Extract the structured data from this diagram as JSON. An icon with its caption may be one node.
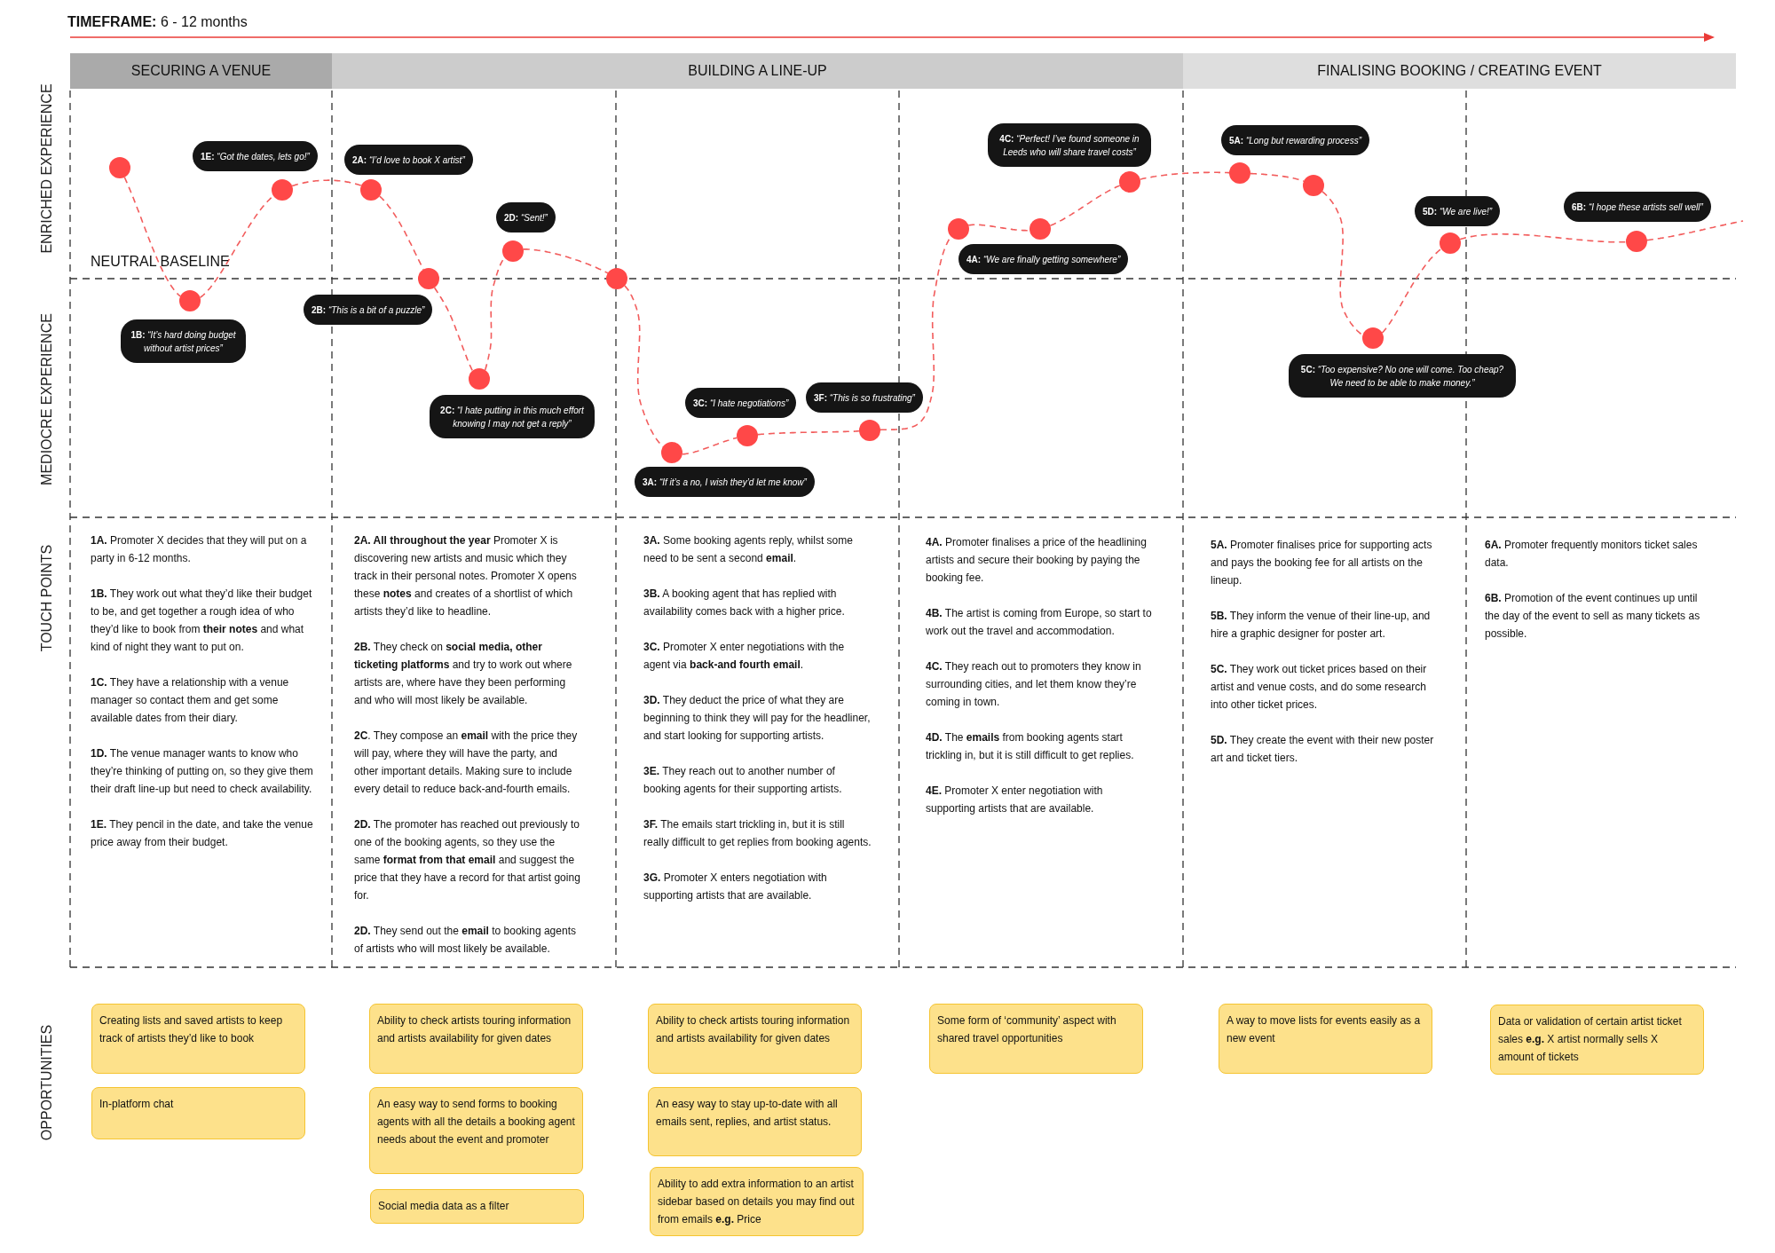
{
  "diagram": {
    "title": "**TIMEFRAME:** 6 - 12 months",
    "nodes": [
      {
        "text": [
          "SECURING A VENUE"
        ]
      },
      {
        "text": [
          "BUILDING A LINE-UP"
        ]
      },
      {
        "text": [
          "FINALISING BOOKING / CREATING EVENT"
        ]
      },
      {
        "text": [],
        "shape": "circle"
      },
      {
        "text": [],
        "shape": "circle"
      },
      {
        "text": [],
        "shape": "circle"
      },
      {
        "text": [],
        "shape": "circle"
      },
      {
        "text": [],
        "shape": "circle"
      },
      {
        "text": [],
        "shape": "circle"
      },
      {
        "text": [],
        "shape": "circle"
      },
      {
        "text": [],
        "shape": "circle"
      },
      {
        "text": [],
        "shape": "circle"
      },
      {
        "text": [],
        "shape": "circle"
      },
      {
        "text": [],
        "shape": "circle"
      },
      {
        "text": [],
        "shape": "circle"
      },
      {
        "text": [],
        "shape": "circle"
      },
      {
        "text": [],
        "shape": "circle"
      },
      {
        "text": [],
        "shape": "circle"
      },
      {
        "text": [],
        "shape": "circle"
      },
      {
        "text": [],
        "shape": "circle"
      },
      {
        "text": [],
        "shape": "circle"
      },
      {
        "text": [],
        "shape": "circle"
      },
      {
        "text": [
          "**1B:** *“It’s hard doing budget without artist prices”*"
        ]
      },
      {
        "text": [
          "**1E:** *“Got the dates, lets go!”*"
        ]
      },
      {
        "text": [
          "**2A:** *“I’d love to book X artist”*"
        ]
      },
      {
        "text": [
          "**2B:** *“This is a bit of a puzzle”*"
        ]
      },
      {
        "text": [
          "**2C:** *“I hate putting in this much effort knowing I may not get a reply”*"
        ]
      },
      {
        "text": [
          "**2D:** *“Sent!”*"
        ]
      },
      {
        "text": [
          "**3A:** *“If it’s a no, I wish they’d let me know”*"
        ]
      },
      {
        "text": [
          "**3C:** *“I hate negotiations”*"
        ]
      },
      {
        "text": [
          "**3F:** *“This is so frustrating”*"
        ]
      },
      {
        "text": [
          "**4A:** *“We are finally getting somewhere”*"
        ]
      },
      {
        "text": [
          "**4C:** *“Perfect! I’ve found someone in Leeds who will share travel costs”*"
        ]
      },
      {
        "text": [
          "**5A:** *“Long but rewarding process”*"
        ]
      },
      {
        "text": [
          "**5C:** *“Too expensive? No one will come. Too cheap? We need to be able to make money.”*"
        ]
      },
      {
        "text": [
          "**5D:** *“We are live!”*"
        ]
      },
      {
        "text": [
          "**6B:** *“I hope these artists sell well”*"
        ]
      },
      {
        "text": [
          "Creating lists and saved artists to keep track of artists they’d like to book"
        ]
      },
      {
        "text": [
          "In-platform chat"
        ]
      },
      {
        "text": [
          "Ability to check artists touring information and artists availability for given dates"
        ]
      },
      {
        "text": [
          "An easy way to send forms to booking agents with all the details a booking agent needs about the event and promoter"
        ]
      },
      {
        "text": [
          "Social media data as a filter"
        ]
      },
      {
        "text": [
          "Ability to check artists touring information and artists availability for given dates"
        ]
      },
      {
        "text": [
          "An easy way to stay up-to-date with all emails sent, replies, and artist status."
        ]
      },
      {
        "text": [
          "Ability to add extra information to an artist sidebar based on details you may find out from emails **e.g.** Price"
        ]
      },
      {
        "text": [
          "Some form of ‘community’ aspect with shared travel opportunities"
        ]
      },
      {
        "text": [
          "A way to move lists for events easily as a new event"
        ]
      },
      {
        "text": [
          "Data or validation of certain artist ticket sales **e.g.** X artist normally sells X amount of tickets"
        ]
      }
    ],
    "edges": [
      {
        "from": 3,
        "to": 4,
        "arrow": "none",
        "style": "dashed"
      },
      {
        "from": 4,
        "to": 5,
        "arrow": "none",
        "style": "dashed"
      },
      {
        "from": 5,
        "to": 6,
        "arrow": "none",
        "style": "dashed"
      },
      {
        "from": 6,
        "to": 7,
        "arrow": "none",
        "style": "dashed"
      },
      {
        "from": 7,
        "to": 8,
        "arrow": "none",
        "style": "dashed"
      },
      {
        "from": 8,
        "to": 9,
        "arrow": "none",
        "style": "dashed"
      },
      {
        "from": 9,
        "to": 10,
        "arrow": "none",
        "style": "dashed"
      },
      {
        "from": 10,
        "to": 11,
        "arrow": "none",
        "style": "dashed"
      },
      {
        "from": 11,
        "to": 12,
        "arrow": "none",
        "style": "dashed"
      },
      {
        "from": 12,
        "to": 13,
        "arrow": "none",
        "style": "dashed"
      },
      {
        "from": 13,
        "to": 14,
        "arrow": "none",
        "style": "dashed"
      },
      {
        "from": 14,
        "to": 15,
        "arrow": "none",
        "style": "dashed"
      },
      {
        "from": 15,
        "to": 16,
        "arrow": "none",
        "style": "dashed"
      },
      {
        "from": 16,
        "to": 17,
        "arrow": "none",
        "style": "dashed"
      },
      {
        "from": 17,
        "to": 18,
        "arrow": "none",
        "style": "dashed"
      },
      {
        "from": 18,
        "to": 19,
        "arrow": "none",
        "style": "dashed"
      },
      {
        "from": 19,
        "to": 20,
        "arrow": "none",
        "style": "dashed"
      },
      {
        "from": 20,
        "to": 21,
        "arrow": "none",
        "style": "dashed"
      },
      {
        "from": 21,
        "to": null,
        "arrow": "none",
        "style": "dashed"
      }
    ],
    "labels": [
      "ENRICHED EXPERIENCE",
      "NEUTRAL BASELINE",
      "MEDIOCRE EXPERIENCE",
      "TOUCH POINTS",
      "**1A.** Promoter X decides that they will put on a party in 6-12 months.",
      "**1B.** They work out what they’d like their budget to be, and get together a rough idea of who they’d like to book from **their notes** and what kind of night they want to put on.",
      "**1C.** They have a relationship with a venue manager so contact them and get some available dates from their diary.",
      "**1D.** The venue manager wants to know who they’re thinking of putting on, so they give them their draft line-up but need to check availability.",
      "**1E.** They pencil in the date, and take the venue price away from their budget.",
      "**2A. All throughout the year** Promoter X is discovering new artists and music which they track in their personal notes. Promoter X opens these **notes** and creates of a shortlist of which artists they’d like to headline.",
      "**2B.** They check on **social media, other ticketing platforms** and try to work out where artists are, where have they been performing and who will most likely be available.",
      "**2C**. They compose an **email** with the price they will pay, where they will have the party, and other important details. Making sure to include every detail to reduce back-and-fourth emails.",
      "**2D.** The promoter has reached out previously to one of the booking agents, so they use the same **format from that email** and suggest the price that they have a record for that artist going for.",
      "**2D.** They send out the **email** to booking agents of artists who will most likely be available.",
      "**3A.** Some booking agents reply, whilst some need to be sent a second **email**.",
      "**3B.** A booking agent that has replied with availability comes back with a higher price.",
      "**3C.** Promoter X enter negotiations with the agent via **back-and fourth email**.",
      "**3D.** They deduct the price of what they are beginning to think they will pay for the headliner, and start looking for supporting artists.",
      "**3E.** They reach out to another number of booking agents for their supporting artists.",
      "**3F.** The emails start trickling in, but it is still really difficult to get replies from booking agents.",
      "**3G.** Promoter X enters negotiation with supporting artists that are available.",
      "**4A.** Promoter finalises a price of the headlining artists and secure their booking by paying the booking fee.",
      "**4B.** The artist is coming from Europe, so start to work out the travel and accommodation.",
      "**4C.** They reach out to promoters they know in surrounding cities, and let them know they’re coming in town.",
      "**4D.** The **emails** from booking agents start trickling in, but it is still difficult to get replies.",
      "**4E.** Promoter X enter negotiation with supporting artists that are available.",
      "**5A.** Promoter finalises price for supporting acts and pays the booking fee for all artists on the lineup.",
      "**5B.** They inform the venue of their line-up, and hire a graphic designer for poster art.",
      "**5C.** They work out ticket prices based on their artist and venue costs, and do some research into other ticket prices.",
      "**5D.** They create the event with their new poster art and ticket tiers.",
      "**6A.** Promoter frequently monitors ticket sales data.",
      "**6B.** Promotion of the event continues up until the day of the event to sell as many tickets as possible.",
      "OPPORTUNITIES"
    ]
  }
}
